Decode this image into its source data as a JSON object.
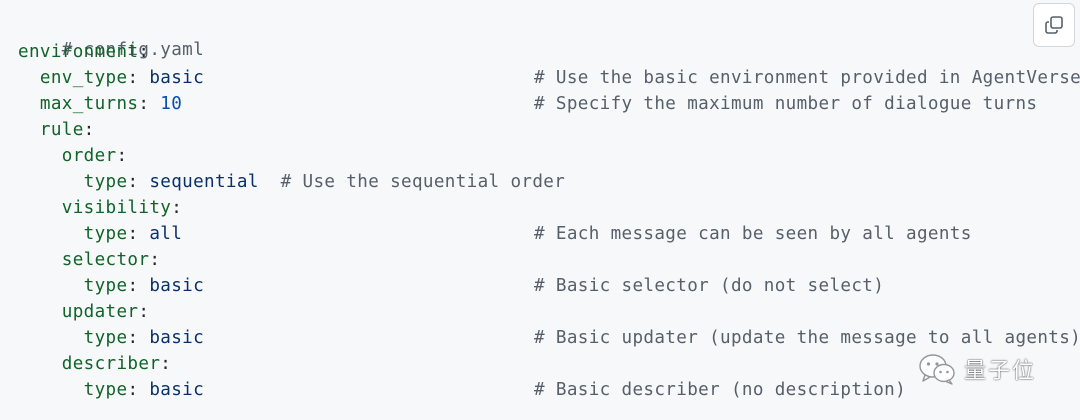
{
  "code": {
    "filename_comment": "# config.yaml",
    "lines": [
      {
        "key": "environment",
        "sep": ":",
        "value": "",
        "comment": ""
      },
      {
        "key": "env_type",
        "sep": ": ",
        "value": "basic",
        "comment": "# Use the basic environment provided in AgentVerse"
      },
      {
        "key": "max_turns",
        "sep": ": ",
        "value": "10",
        "comment": "# Specify the maximum number of dialogue turns"
      },
      {
        "key": "rule",
        "sep": ":",
        "value": "",
        "comment": ""
      },
      {
        "key": "order",
        "sep": ":",
        "value": "",
        "comment": ""
      },
      {
        "key": "type",
        "sep": ": ",
        "value": "sequential",
        "comment": "# Use the sequential order"
      },
      {
        "key": "visibility",
        "sep": ":",
        "value": "",
        "comment": ""
      },
      {
        "key": "type",
        "sep": ": ",
        "value": "all",
        "comment": "# Each message can be seen by all agents"
      },
      {
        "key": "selector",
        "sep": ":",
        "value": "",
        "comment": ""
      },
      {
        "key": "type",
        "sep": ": ",
        "value": "basic",
        "comment": "# Basic selector (do not select)"
      },
      {
        "key": "updater",
        "sep": ":",
        "value": "",
        "comment": ""
      },
      {
        "key": "type",
        "sep": ": ",
        "value": "basic",
        "comment": "# Basic updater (update the message to all agents)"
      },
      {
        "key": "describer",
        "sep": ":",
        "value": "",
        "comment": ""
      },
      {
        "key": "type",
        "sep": ": ",
        "value": "basic",
        "comment": "# Basic describer (no description)"
      }
    ]
  },
  "copy_button": {
    "icon": "copy-icon"
  },
  "watermark": {
    "text": "量子位",
    "icon": "wechat-icon"
  },
  "colors": {
    "background": "#f6f8fa",
    "key": "#116329",
    "string": "#0a3069",
    "number": "#0550ae",
    "comment": "#57606a"
  }
}
